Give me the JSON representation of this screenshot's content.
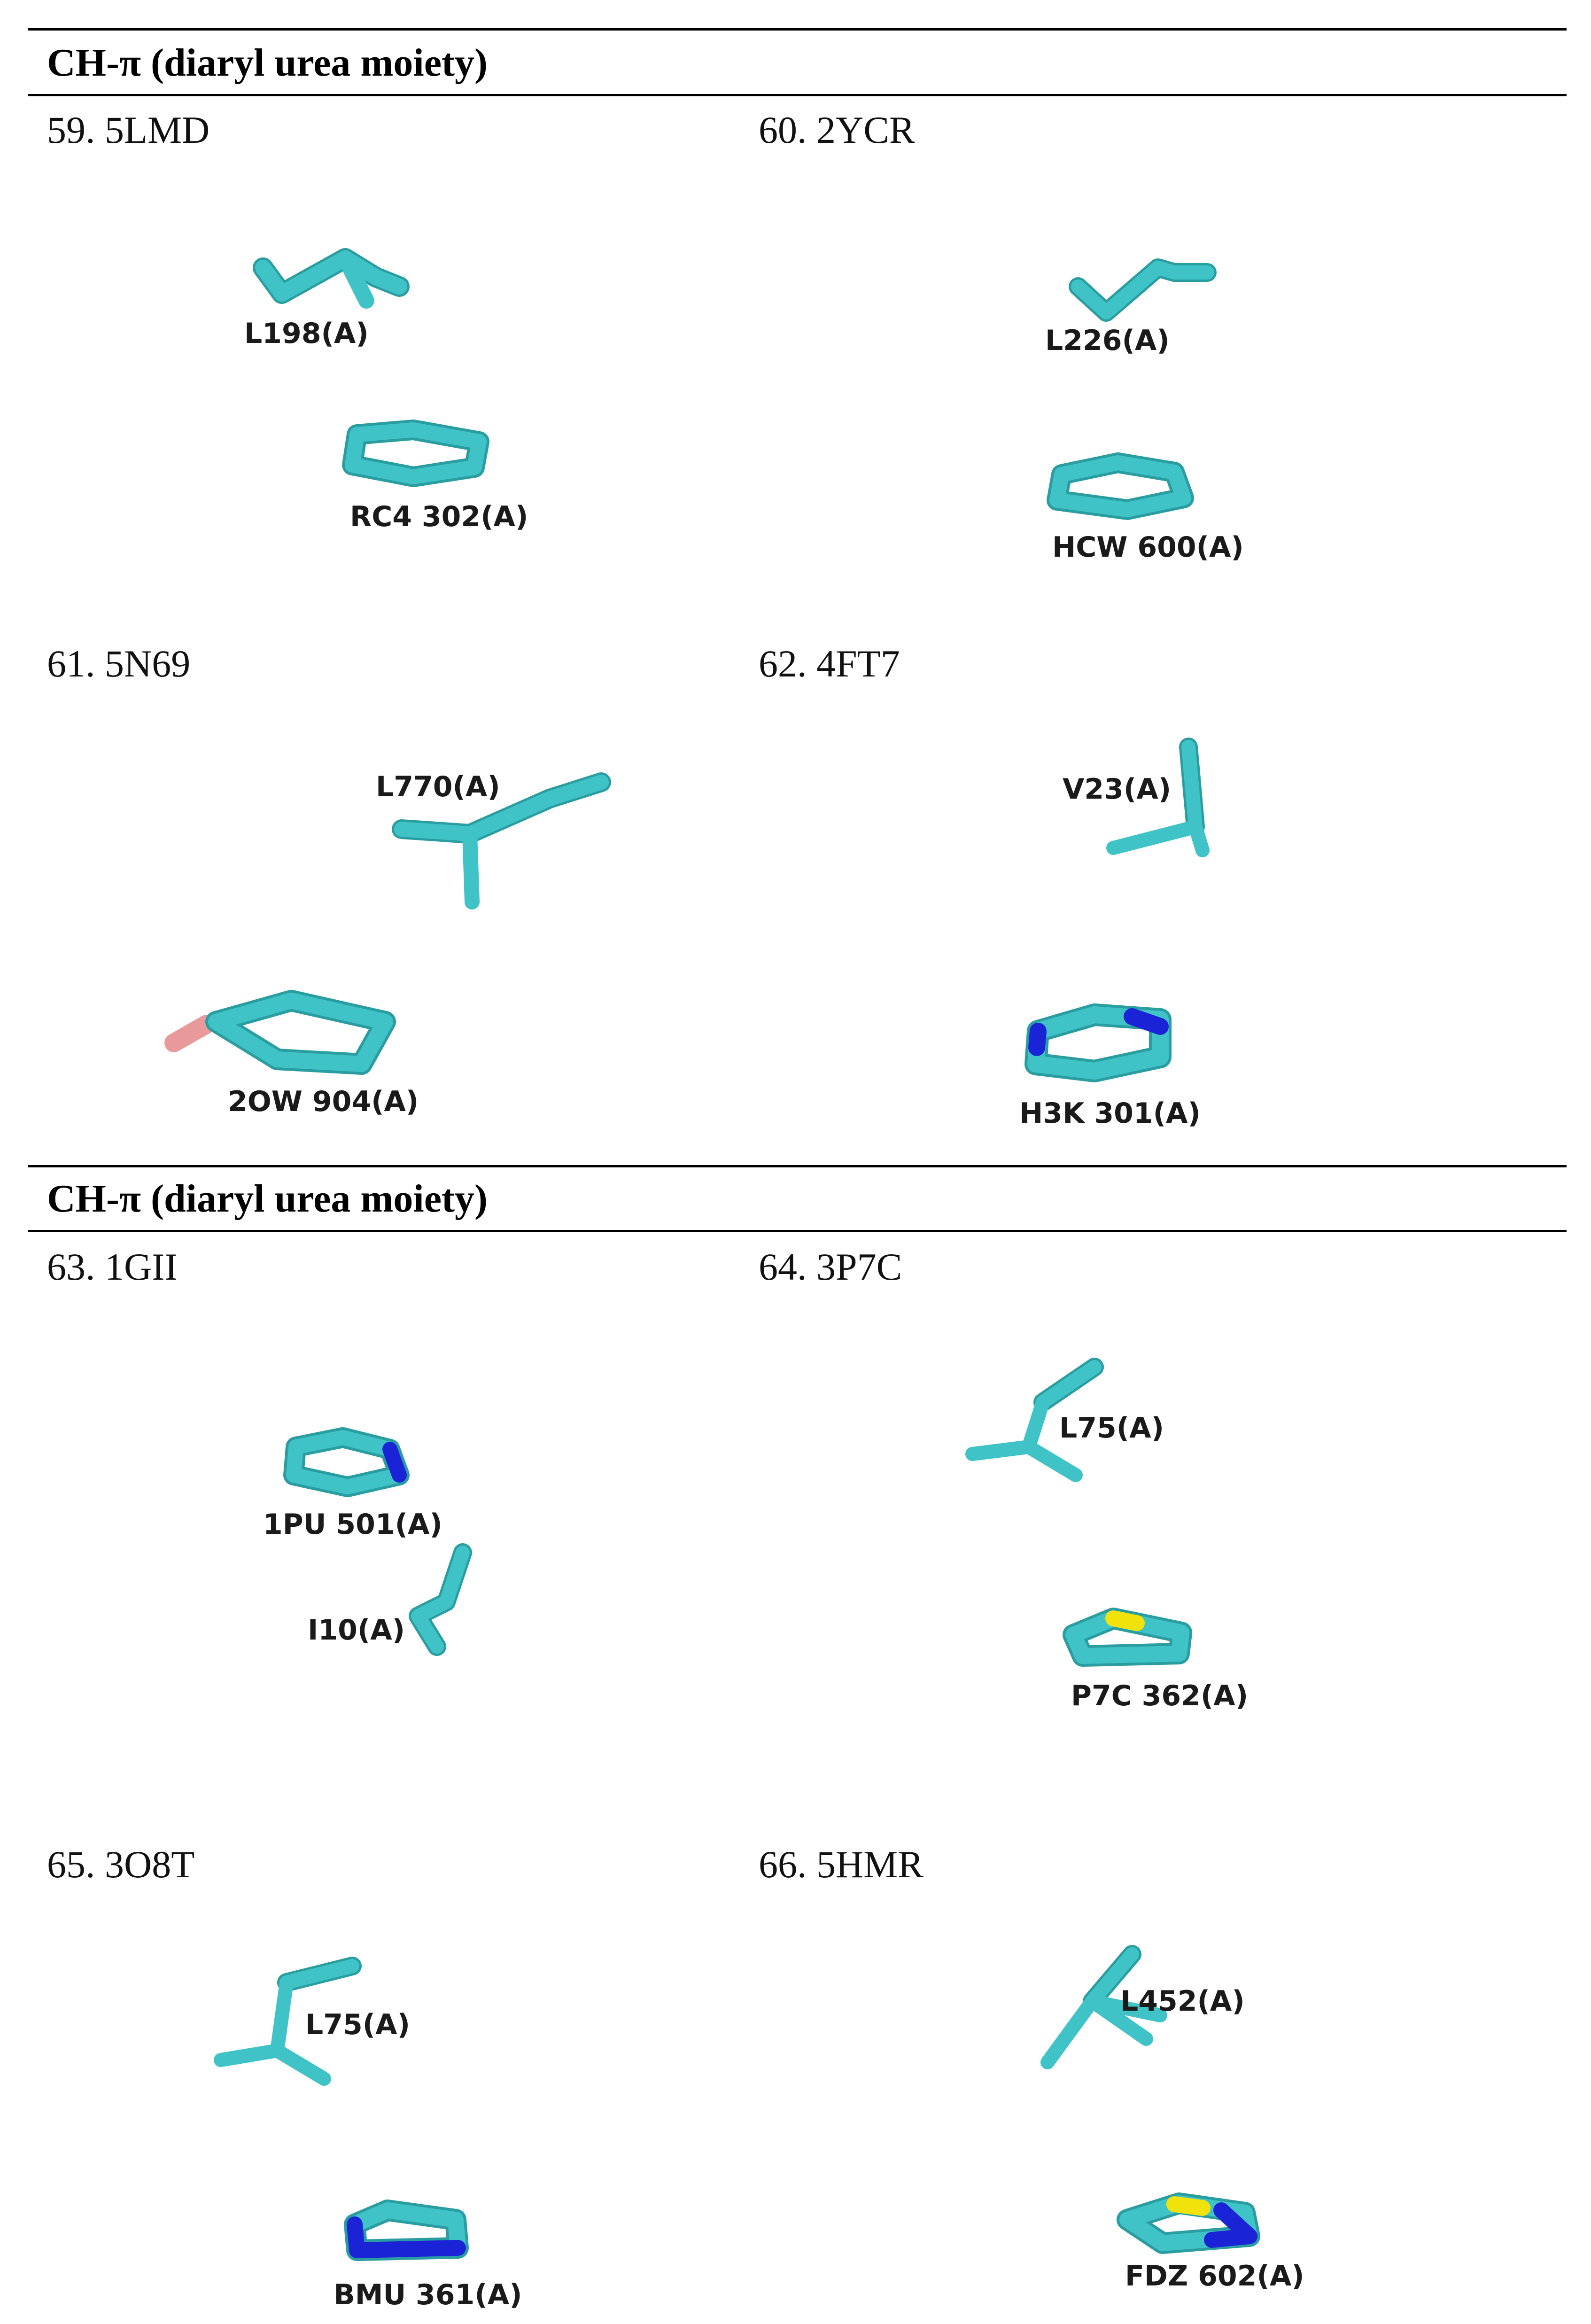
{
  "colors": {
    "carbon": "#3fc3c6",
    "carbon_dark": "#2a9da0",
    "nitrogen": "#1a24d6",
    "sulfur": "#f2e20c",
    "oxygen_halogen": "#e89a9a",
    "rule": "#000000"
  },
  "sections": [
    {
      "title": "CH-π (diaryl urea moiety)"
    },
    {
      "title": "CH-π (diaryl urea moiety)"
    }
  ],
  "panels": [
    {
      "label": "59. 5LMD",
      "residue": "L198(A)",
      "ligand": "RC4 302(A)"
    },
    {
      "label": "60. 2YCR",
      "residue": "L226(A)",
      "ligand": "HCW 600(A)"
    },
    {
      "label": "61. 5N69",
      "residue": "L770(A)",
      "ligand": "2OW 904(A)"
    },
    {
      "label": "62. 4FT7",
      "residue": "V23(A)",
      "ligand": "H3K 301(A)"
    },
    {
      "label": "63. 1GII",
      "residue": "I10(A)",
      "ligand": "1PU 501(A)"
    },
    {
      "label": "64. 3P7C",
      "residue": "L75(A)",
      "ligand": "P7C 362(A)"
    },
    {
      "label": "65. 3O8T",
      "residue": "L75(A)",
      "ligand": "BMU 361(A)"
    },
    {
      "label": "66. 5HMR",
      "residue": "L452(A)",
      "ligand": "FDZ 602(A)"
    }
  ]
}
